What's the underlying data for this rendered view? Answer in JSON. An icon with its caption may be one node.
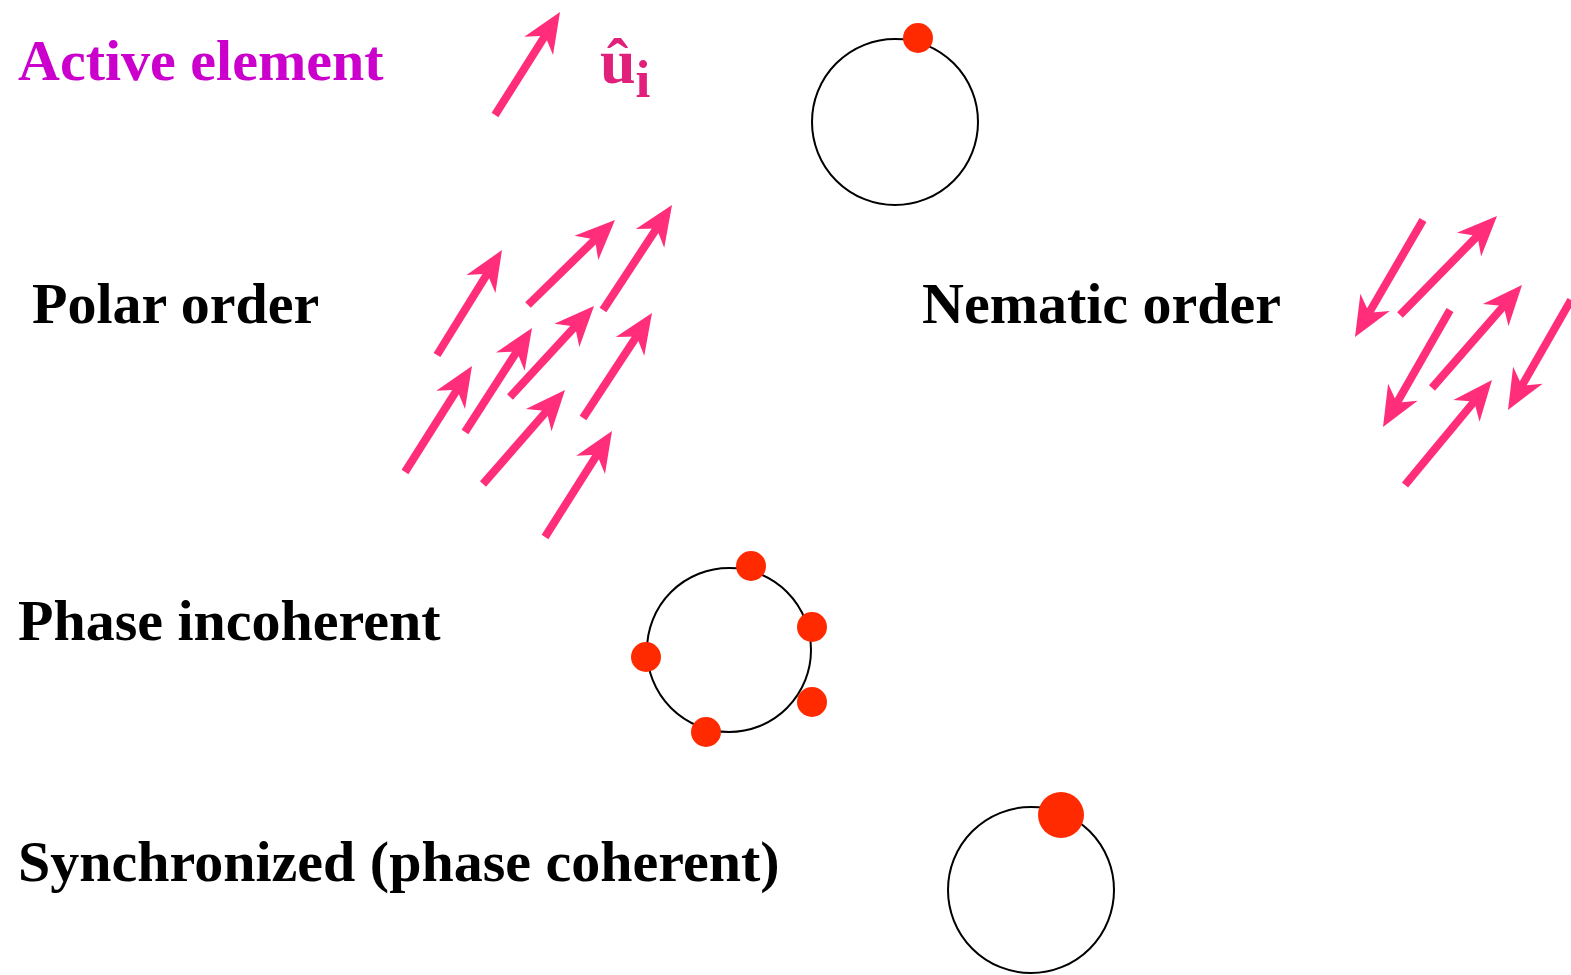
{
  "diagram": {
    "labels": [
      "Active element",
      "û$_{i}$",
      "Polar order",
      "Nematic order",
      "Phase incoherent",
      "Synchronized (phase coherent)"
    ]
  }
}
